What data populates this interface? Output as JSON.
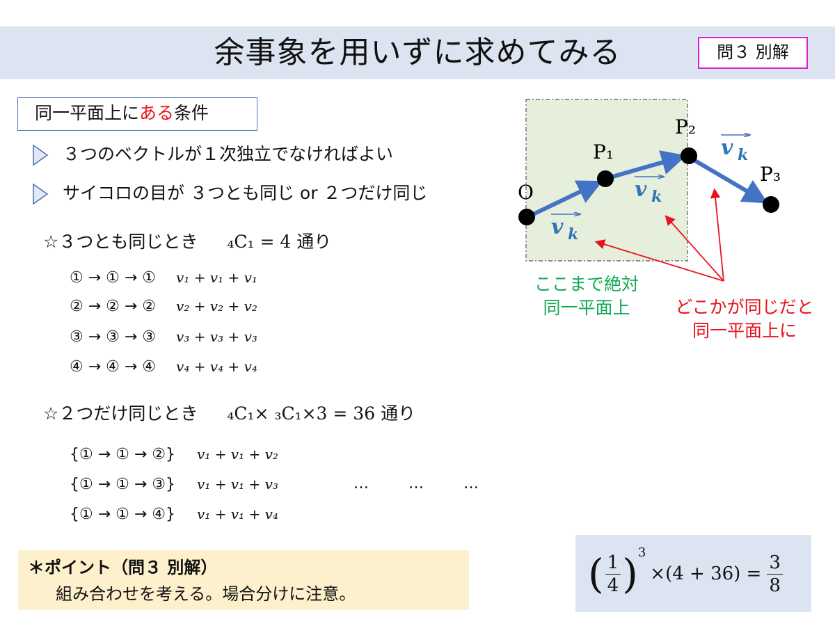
{
  "header": {
    "title": "余事象を用いずに求めてみる",
    "badge": "問３ 別解"
  },
  "condition": {
    "prefix": "同一平面上に",
    "highlight": "ある",
    "suffix": "条件"
  },
  "bullets": [
    "３つのベクトルが１次独立でなければよい",
    "サイコロの目が ３つとも同じ or ２つだけ同じ"
  ],
  "case_same3": {
    "label": "☆３つとも同じとき",
    "formula": "₄C₁ = 4",
    "unit": "通り",
    "rows": [
      {
        "seq": "① → ① → ①",
        "expr": "v₁ + v₁ + v₁"
      },
      {
        "seq": "② → ② → ②",
        "expr": "v₂ + v₂ + v₂"
      },
      {
        "seq": "③ → ③ → ③",
        "expr": "v₃ + v₃ + v₃"
      },
      {
        "seq": "④ → ④ → ④",
        "expr": "v₄ + v₄ + v₄"
      }
    ]
  },
  "case_same2": {
    "label": "☆２つだけ同じとき",
    "formula": "₄C₁× ₃C₁×3 = 36",
    "unit": "通り",
    "rows": [
      {
        "seq": "{① → ① → ②}",
        "expr": "v₁ + v₁ + v₂"
      },
      {
        "seq": "{① → ① → ③}",
        "expr": "v₁ + v₁ + v₃"
      },
      {
        "seq": "{① → ① → ④}",
        "expr": "v₁ + v₁ + v₄"
      }
    ],
    "ellipsis": [
      "…",
      "…",
      "…"
    ]
  },
  "diagram": {
    "points": [
      "O",
      "P₁",
      "P₂",
      "P₃"
    ],
    "vector_label": "v",
    "vector_sub": "k",
    "green_label": [
      "ここまで絶対",
      "同一平面上"
    ],
    "red_label": [
      "どこかが同じだと",
      "同一平面上に"
    ],
    "colors": {
      "arrow": "#4472c4",
      "green": "#12a854",
      "red": "#e8121c",
      "plane": "#e6eedc"
    }
  },
  "point": {
    "title": "＊ポイント（問３ 別解）",
    "body": "組み合わせを考える。場合分けに注意。"
  },
  "formula": {
    "frac_num": "1",
    "frac_den": "4",
    "power": "3",
    "middle": "×(4 + 36) =",
    "result_num": "3",
    "result_den": "8"
  }
}
